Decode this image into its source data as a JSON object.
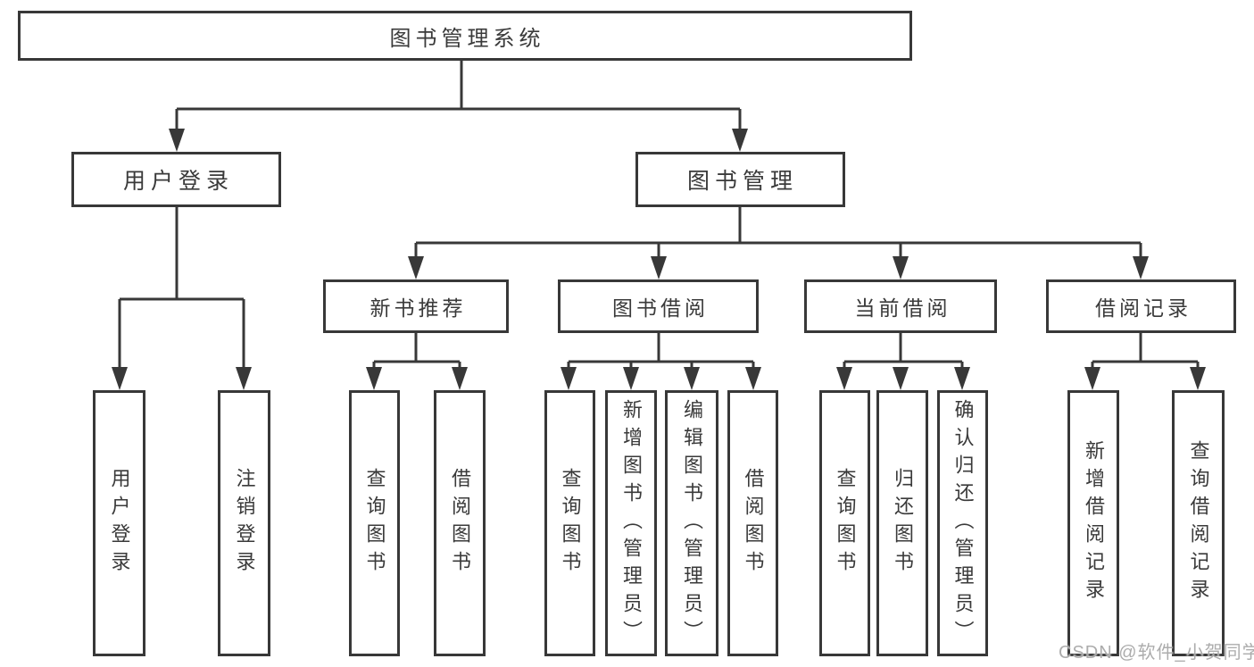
{
  "diagram": {
    "type": "hierarchy-tree",
    "root": {
      "label": "图书管理系统",
      "children": [
        {
          "label": "用户登录",
          "children": [
            {
              "label": "用户登录"
            },
            {
              "label": "注销登录"
            }
          ]
        },
        {
          "label": "图书管理",
          "children": [
            {
              "label": "新书推荐",
              "children": [
                {
                  "label": "查询图书"
                },
                {
                  "label": "借阅图书"
                }
              ]
            },
            {
              "label": "图书借阅",
              "children": [
                {
                  "label": "查询图书"
                },
                {
                  "label": "新增图书（管理员）"
                },
                {
                  "label": "编辑图书（管理员）"
                },
                {
                  "label": "借阅图书"
                }
              ]
            },
            {
              "label": "当前借阅",
              "children": [
                {
                  "label": "查询图书"
                },
                {
                  "label": "归还图书"
                },
                {
                  "label": "确认归还（管理员）"
                }
              ]
            },
            {
              "label": "借阅记录",
              "children": [
                {
                  "label": "新增借阅记录"
                },
                {
                  "label": "查询借阅记录"
                }
              ]
            }
          ]
        }
      ]
    },
    "colors": {
      "line": "#383838",
      "box_border": "#383838",
      "box_fill": "#ffffff",
      "text": "#3a3a3a",
      "watermark": "#a8a8a8"
    }
  },
  "watermark": "CSDN @软件_小贺同学"
}
